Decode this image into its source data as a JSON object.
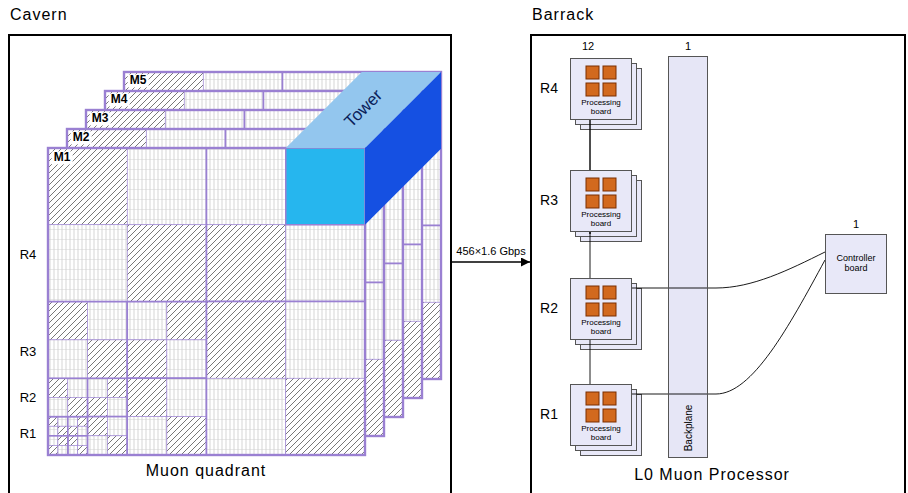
{
  "diagram": {
    "nodes": [
      {
        "text": [
          "Cavern",
          "Muon quadrant"
        ]
      },
      {
        "text": [
          "Barrack",
          "L0 Muon Processor"
        ]
      },
      {
        "text": [
          "Processing board"
        ],
        "in": 1
      },
      {
        "text": [
          "Processing board"
        ],
        "in": 1
      },
      {
        "text": [
          "Processing board"
        ],
        "in": 1
      },
      {
        "text": [
          "Processing board"
        ],
        "in": 1
      },
      {
        "text": [
          "Backplane"
        ],
        "in": 1
      },
      {
        "text": [
          "Controller board"
        ],
        "in": 1
      }
    ],
    "edges": [
      {
        "from": 0,
        "to": 1,
        "label": "456×1.6 Gbps",
        "arrow": "to"
      },
      {
        "from": 2,
        "to": 3,
        "arrow": "none"
      },
      {
        "from": 3,
        "to": 4,
        "arrow": "none"
      },
      {
        "from": 4,
        "to": 5,
        "arrow": "none"
      },
      {
        "from": 2,
        "to": 7,
        "arrow": "none"
      },
      {
        "from": 3,
        "to": 7,
        "arrow": "none"
      },
      {
        "from": 4,
        "to": 7,
        "arrow": "none"
      },
      {
        "from": 5,
        "to": 7,
        "arrow": "none"
      }
    ],
    "labels": [
      "M5",
      "M4",
      "M3",
      "M2",
      "M1",
      "Tower",
      "R4",
      "R3",
      "R2",
      "R1",
      "12",
      "1",
      "R4",
      "R3",
      "R2",
      "R1",
      "1"
    ]
  }
}
